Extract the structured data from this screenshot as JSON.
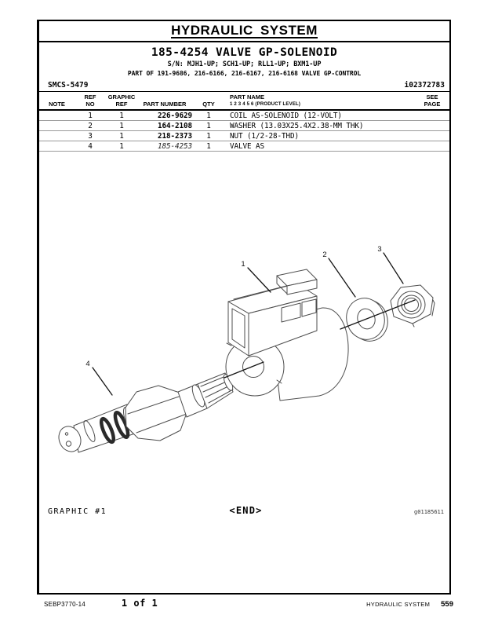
{
  "page": {
    "title": "HYDRAULIC SYSTEM",
    "part_title": "185-4254 VALVE GP-SOLENOID",
    "serial_line": "S/N: MJH1-UP; SCH1-UP; RLL1-UP; BXM1-UP",
    "part_of_line": "PART OF 191-9686, 216-6166, 216-6167, 216-6168 VALVE GP-CONTROL",
    "smcs_code": "SMCS-5479",
    "doc_id": "i02372783"
  },
  "table": {
    "headers": {
      "note": "NOTE",
      "ref_line1": "REF",
      "ref_line2": "NO",
      "graphic_line1": "GRAPHIC",
      "graphic_line2": "REF",
      "part_number": "PART NUMBER",
      "qty": "QTY",
      "part_name": "PART NAME",
      "product_level": "1  2  3  4  5  6  (PRODUCT LEVEL)",
      "see_line1": "SEE",
      "see_line2": "PAGE"
    },
    "rows": [
      {
        "ref_no": "1",
        "graphic_ref": "1",
        "part_number": "226-9629",
        "qty": "1",
        "part_name": "COIL AS-SOLENOID (12-VOLT)"
      },
      {
        "ref_no": "2",
        "graphic_ref": "1",
        "part_number": "164-2108",
        "qty": "1",
        "part_name": "WASHER (13.03X25.4X2.38-MM THK)"
      },
      {
        "ref_no": "3",
        "graphic_ref": "1",
        "part_number": "218-2373",
        "qty": "1",
        "part_name": "NUT (1/2-28-THD)"
      },
      {
        "ref_no": "4",
        "graphic_ref": "1",
        "part_number": "185-4253",
        "qty": "1",
        "part_name": "VALVE AS"
      }
    ]
  },
  "graphic": {
    "label": "GRAPHIC #1",
    "end_marker": "<END>",
    "graphic_id": "g01185611",
    "callouts": [
      "1",
      "2",
      "3",
      "4"
    ]
  },
  "footer": {
    "manual_code": "SEBP3770-14",
    "page_of": "1 of 1",
    "section": "HYDRAULIC SYSTEM",
    "page_number": "559"
  }
}
